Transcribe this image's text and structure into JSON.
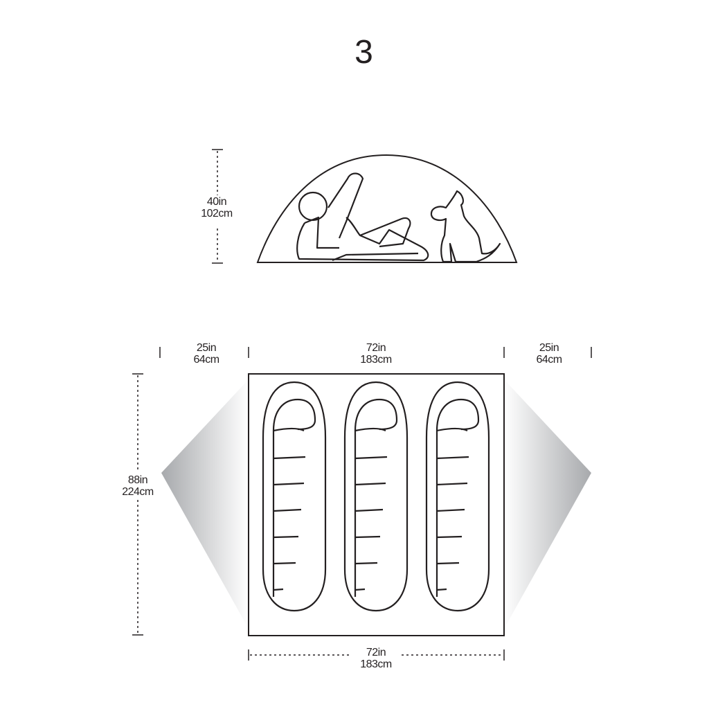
{
  "title": "3",
  "peak_height": {
    "imperial": "40in",
    "metric": "102cm"
  },
  "floor_length": {
    "imperial": "88in",
    "metric": "224cm"
  },
  "floor_width_top": {
    "imperial": "72in",
    "metric": "183cm"
  },
  "floor_width_bottom": {
    "imperial": "72in",
    "metric": "183cm"
  },
  "vestibule_left": {
    "imperial": "25in",
    "metric": "64cm"
  },
  "vestibule_right": {
    "imperial": "25in",
    "metric": "64cm"
  },
  "sleeping_bag_count": 3,
  "icons": [
    "tent-profile-icon",
    "person-reclining-icon",
    "dog-icon",
    "sleeping-bag-icon"
  ],
  "colors": {
    "line": "#231f20",
    "vestibule_dark": "#a7a9ac",
    "vestibule_light": "#ffffff"
  }
}
